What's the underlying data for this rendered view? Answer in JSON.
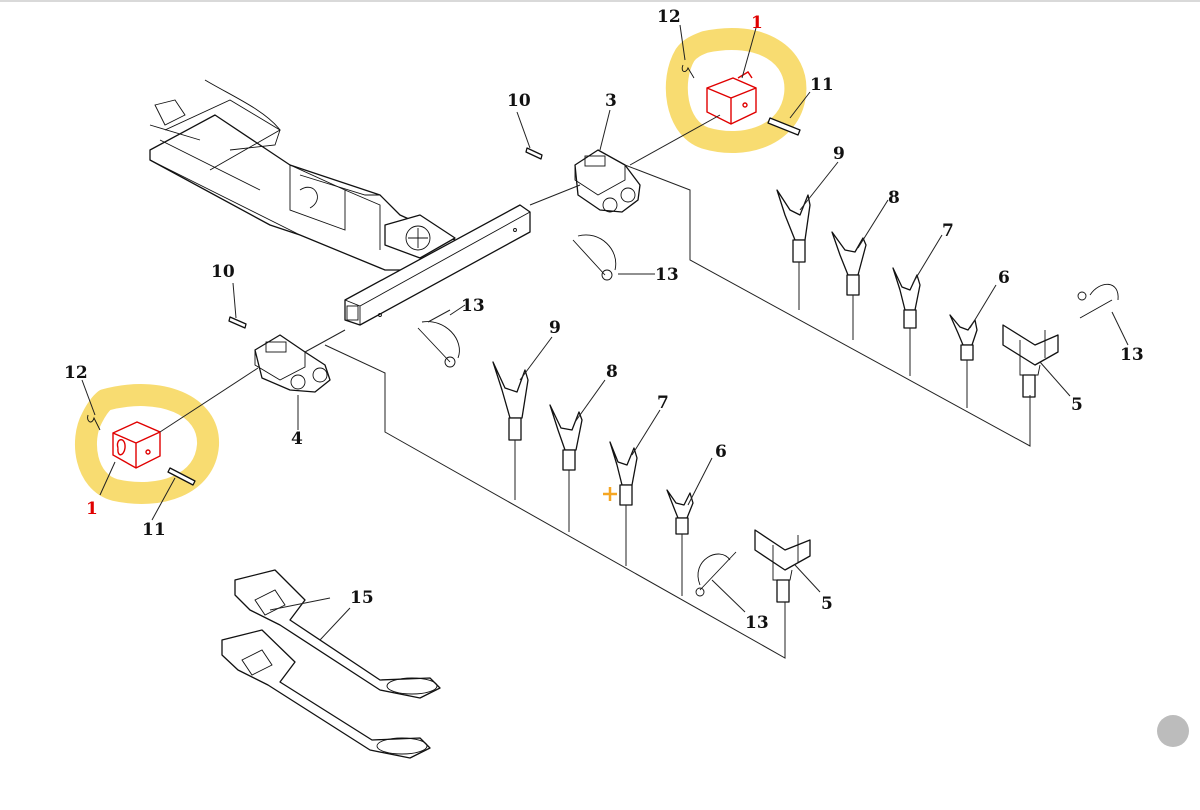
{
  "labels": {
    "top_12": "12",
    "top_1": "1",
    "top_11": "11",
    "top_10": "10",
    "top_3": "3",
    "top_9": "9",
    "top_8": "8",
    "top_7": "7",
    "top_6": "6",
    "top_13_right": "13",
    "top_5": "5",
    "top_13_mid": "13",
    "left_10": "10",
    "left_13": "13",
    "left_12": "12",
    "left_4": "4",
    "left_1": "1",
    "left_11": "11",
    "low_9": "9",
    "low_8": "8",
    "low_7": "7",
    "low_6": "6",
    "low_5": "5",
    "low_13": "13",
    "part_15": "15"
  },
  "colors": {
    "highlight": "#f6d34e",
    "marker": "#e00000",
    "ink": "#111111",
    "cursor": "#f5a623"
  },
  "icons": {
    "cursor": "crosshair-plus-icon",
    "scroll": "scroll-indicator-icon"
  }
}
